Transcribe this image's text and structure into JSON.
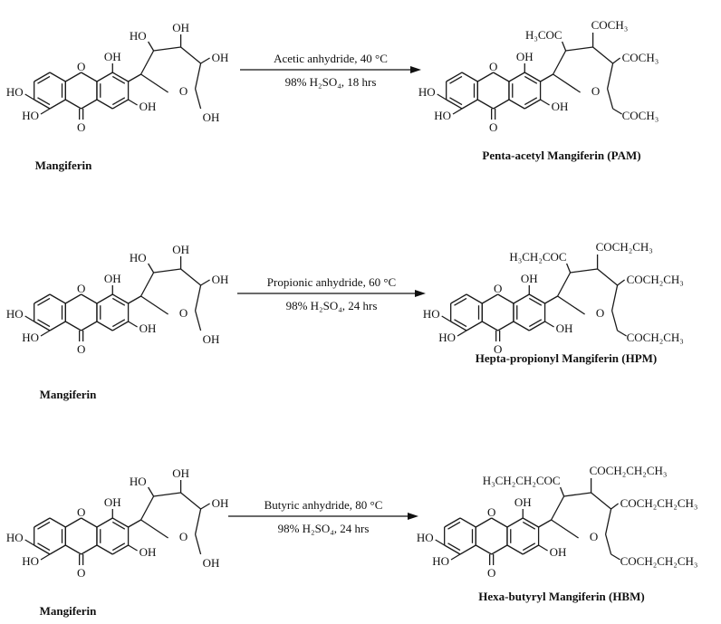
{
  "reactions": [
    {
      "reactant_name": "Mangiferin",
      "condition_top": "Acetic anhydride, 40 °C",
      "condition_bottom": "98% H₂SO₄, 18 hrs",
      "product_name": "Penta-acetyl Mangiferin (PAM)",
      "groups": [
        "H₃COC",
        "COCH₃",
        "COCH₃",
        "COCH₃"
      ]
    },
    {
      "reactant_name": "Mangiferin",
      "condition_top": "Propionic anhydride, 60 °C",
      "condition_bottom": "98% H₂SO₄, 24 hrs",
      "product_name": "Hepta-propionyl Mangiferin (HPM)",
      "groups": [
        "H₃CH₂COC",
        "COCH₂CH₃",
        "COCH₂CH₃",
        "COCH₂CH₃"
      ]
    },
    {
      "reactant_name": "Mangiferin",
      "condition_top": "Butyric anhydride, 80 °C",
      "condition_bottom": "98% H₂SO₄, 24 hrs",
      "product_name": "Hexa-butyryl Mangiferin (HBM)",
      "groups": [
        "H₃CH₂CH₂COC",
        "COCH₂CH₂CH₃",
        "COCH₂CH₂CH₃",
        "COCH₂CH₂CH₃"
      ]
    }
  ],
  "atoms": {
    "hydroxyl_right": "OH",
    "hydroxyl_left": "HO",
    "oxygen": "O"
  }
}
